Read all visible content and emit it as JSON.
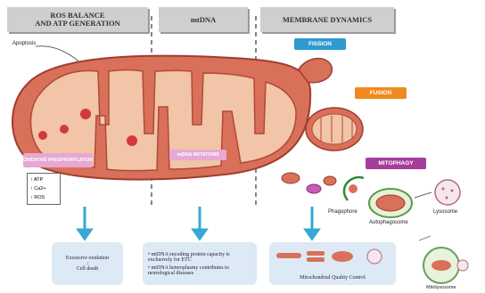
{
  "headers": {
    "ros": "ROS BALANCE\nAND ATP GENERATION",
    "mtdna": "mtDNA",
    "membrane": "MEMBRANE DYNAMICS"
  },
  "process_tags": {
    "fission": "FISSION",
    "fusion": "FUSION",
    "mitophagy": "MITOPHAGY"
  },
  "inner_labels": {
    "oxphos": "OXIDATIVE PHOSPHORYLATION",
    "mtdna_mut": "mtDNA MUTATIONS"
  },
  "legend": [
    "↑ ATP",
    "↑ Ca2+",
    "↑ ROS"
  ],
  "side_labels": {
    "apoptosis": "Apoptosis",
    "phagophore": "Phagophore",
    "autophagosome": "Autophagosome",
    "lysosome": "Lysosome",
    "mitolysosome": "Mitolysosome"
  },
  "outcome_boxes": {
    "ros": [
      "Excessive oxidation",
      "Cell death"
    ],
    "mtdna": [
      "mtDNA encoding protein capacity is exclusively for ETC",
      "mtDNA heteroplasmy contributes to neurological diseases"
    ],
    "membrane": "Mitochondrial Quality Control"
  },
  "colors": {
    "outer": "#d9705a",
    "inner": "#f2c4a8",
    "fission": "#2e9ad0",
    "fusion": "#f08a1e",
    "mitophagy": "#a53d9a",
    "oxphos_tag": "#e7a8d4",
    "arrow": "#35a9d4"
  }
}
